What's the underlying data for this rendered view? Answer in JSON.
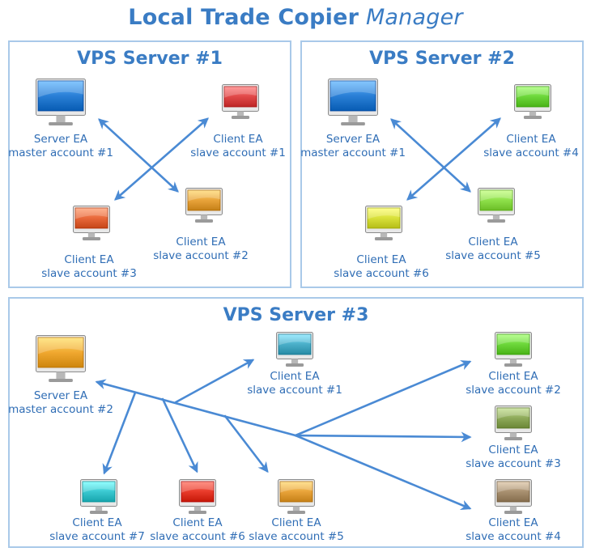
{
  "title": {
    "bold": "Local Trade Copier",
    "italic": "Manager"
  },
  "servers": [
    {
      "title": "VPS Server #1",
      "nodes": [
        {
          "role": "Server EA",
          "account": "master account #1",
          "color": "#2a7fd6",
          "icon": "monitor-icon"
        },
        {
          "role": "Client EA",
          "account": "slave account #1",
          "color": "#e04848",
          "icon": "monitor-icon"
        },
        {
          "role": "Client EA",
          "account": "slave account #2",
          "color": "#e8a33a",
          "icon": "monitor-icon"
        },
        {
          "role": "Client EA",
          "account": "slave account #3",
          "color": "#e8683a",
          "icon": "monitor-icon"
        }
      ]
    },
    {
      "title": "VPS Server #2",
      "nodes": [
        {
          "role": "Server EA",
          "account": "master account #1",
          "color": "#2a7fd6",
          "icon": "monitor-icon"
        },
        {
          "role": "Client EA",
          "account": "slave account #4",
          "color": "#6cd63a",
          "icon": "monitor-icon"
        },
        {
          "role": "Client EA",
          "account": "slave account #5",
          "color": "#8ee04a",
          "icon": "monitor-icon"
        },
        {
          "role": "Client EA",
          "account": "slave account #6",
          "color": "#d8e03a",
          "icon": "monitor-icon"
        }
      ]
    },
    {
      "title": "VPS Server #3",
      "nodes": [
        {
          "role": "Server EA",
          "account": "master account #2",
          "color": "#f0a830",
          "icon": "monitor-icon"
        },
        {
          "role": "Client EA",
          "account": "slave account #1",
          "color": "#4aaec8",
          "icon": "monitor-icon"
        },
        {
          "role": "Client EA",
          "account": "slave account #2",
          "color": "#6cd63a",
          "icon": "monitor-icon"
        },
        {
          "role": "Client EA",
          "account": "slave account #3",
          "color": "#8eaa5a",
          "icon": "monitor-icon"
        },
        {
          "role": "Client EA",
          "account": "slave account #4",
          "color": "#a89070",
          "icon": "monitor-icon"
        },
        {
          "role": "Client EA",
          "account": "slave account #5",
          "color": "#e8a33a",
          "icon": "monitor-icon"
        },
        {
          "role": "Client EA",
          "account": "slave account #6",
          "color": "#e83a2a",
          "icon": "monitor-icon"
        },
        {
          "role": "Client EA",
          "account": "slave account #7",
          "color": "#3ac8d0",
          "icon": "monitor-icon"
        }
      ]
    }
  ],
  "line_color": "#4a8ad4"
}
